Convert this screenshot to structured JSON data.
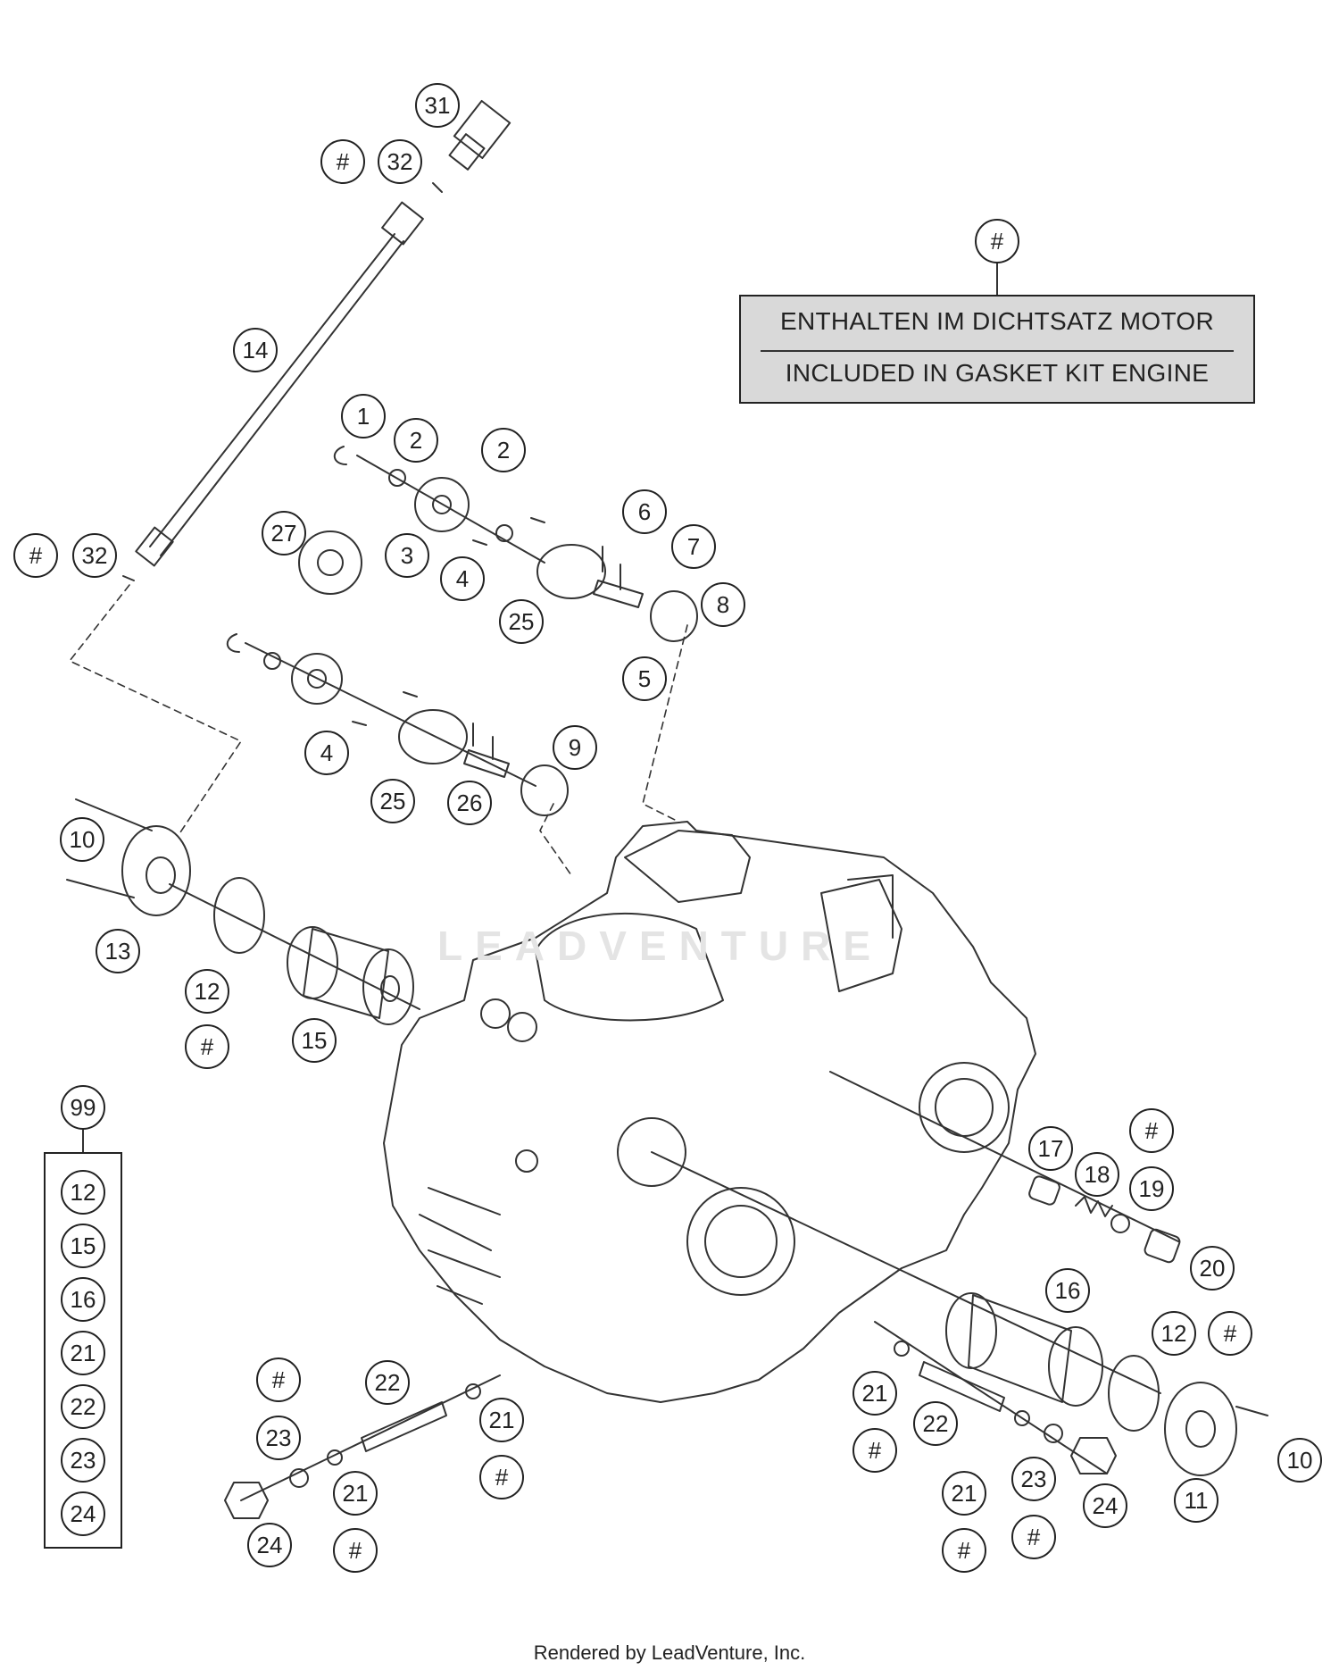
{
  "note": {
    "hash": "#",
    "line_de": "ENTHALTEN IM DICHTSATZ MOTOR",
    "line_en": "INCLUDED IN GASKET KIT ENGINE"
  },
  "kit": {
    "number": "99",
    "items": [
      "12",
      "15",
      "16",
      "21",
      "22",
      "23",
      "24"
    ]
  },
  "watermark": "LEADVENTURE",
  "footer": "Rendered by LeadVenture, Inc.",
  "callouts": [
    {
      "label": "31"
    },
    {
      "label": "#"
    },
    {
      "label": "32"
    },
    {
      "label": "14"
    },
    {
      "label": "1"
    },
    {
      "label": "2"
    },
    {
      "label": "2"
    },
    {
      "label": "27"
    },
    {
      "label": "3"
    },
    {
      "label": "4"
    },
    {
      "label": "6"
    },
    {
      "label": "7"
    },
    {
      "label": "8"
    },
    {
      "label": "25"
    },
    {
      "label": "5"
    },
    {
      "label": "#"
    },
    {
      "label": "32"
    },
    {
      "label": "4"
    },
    {
      "label": "25"
    },
    {
      "label": "26"
    },
    {
      "label": "9"
    },
    {
      "label": "10"
    },
    {
      "label": "13"
    },
    {
      "label": "12"
    },
    {
      "label": "#"
    },
    {
      "label": "15"
    },
    {
      "label": "17"
    },
    {
      "label": "18"
    },
    {
      "label": "#"
    },
    {
      "label": "19"
    },
    {
      "label": "20"
    },
    {
      "label": "16"
    },
    {
      "label": "12"
    },
    {
      "label": "#"
    },
    {
      "label": "10"
    },
    {
      "label": "11"
    },
    {
      "label": "#"
    },
    {
      "label": "23"
    },
    {
      "label": "22"
    },
    {
      "label": "21"
    },
    {
      "label": "#"
    },
    {
      "label": "21"
    },
    {
      "label": "#"
    },
    {
      "label": "24"
    },
    {
      "label": "21"
    },
    {
      "label": "#"
    },
    {
      "label": "22"
    },
    {
      "label": "21"
    },
    {
      "label": "#"
    },
    {
      "label": "23"
    },
    {
      "label": "#"
    },
    {
      "label": "24"
    }
  ]
}
